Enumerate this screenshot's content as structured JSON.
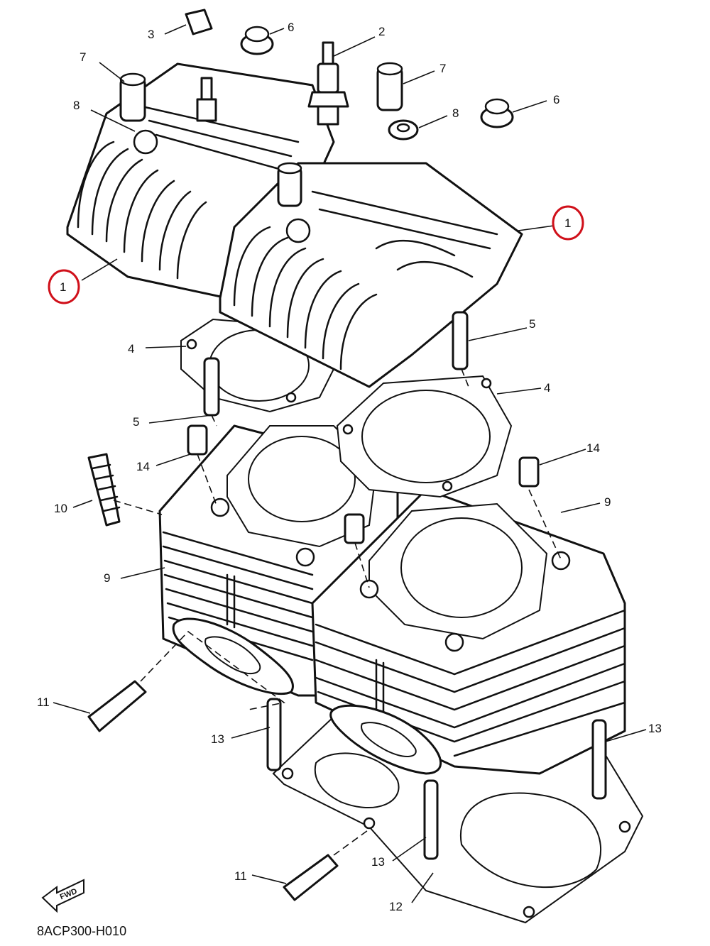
{
  "diagram": {
    "callouts": {
      "c1a": "1",
      "c1b": "1",
      "c2": "2",
      "c3": "3",
      "c4a": "4",
      "c4b": "4",
      "c5a": "5",
      "c5b": "5",
      "c6a": "6",
      "c6b": "6",
      "c7a": "7",
      "c7b": "7",
      "c8a": "8",
      "c8b": "8",
      "c9a": "9",
      "c9b": "9",
      "c10": "10",
      "c11a": "11",
      "c11b": "11",
      "c12": "12",
      "c13a": "13",
      "c13b": "13",
      "c13c": "13",
      "c14a": "14",
      "c14b": "14"
    },
    "fwd_label": "FWD",
    "drawing_code": "8ACP300-H010",
    "highlight_color": "#d0101a"
  }
}
